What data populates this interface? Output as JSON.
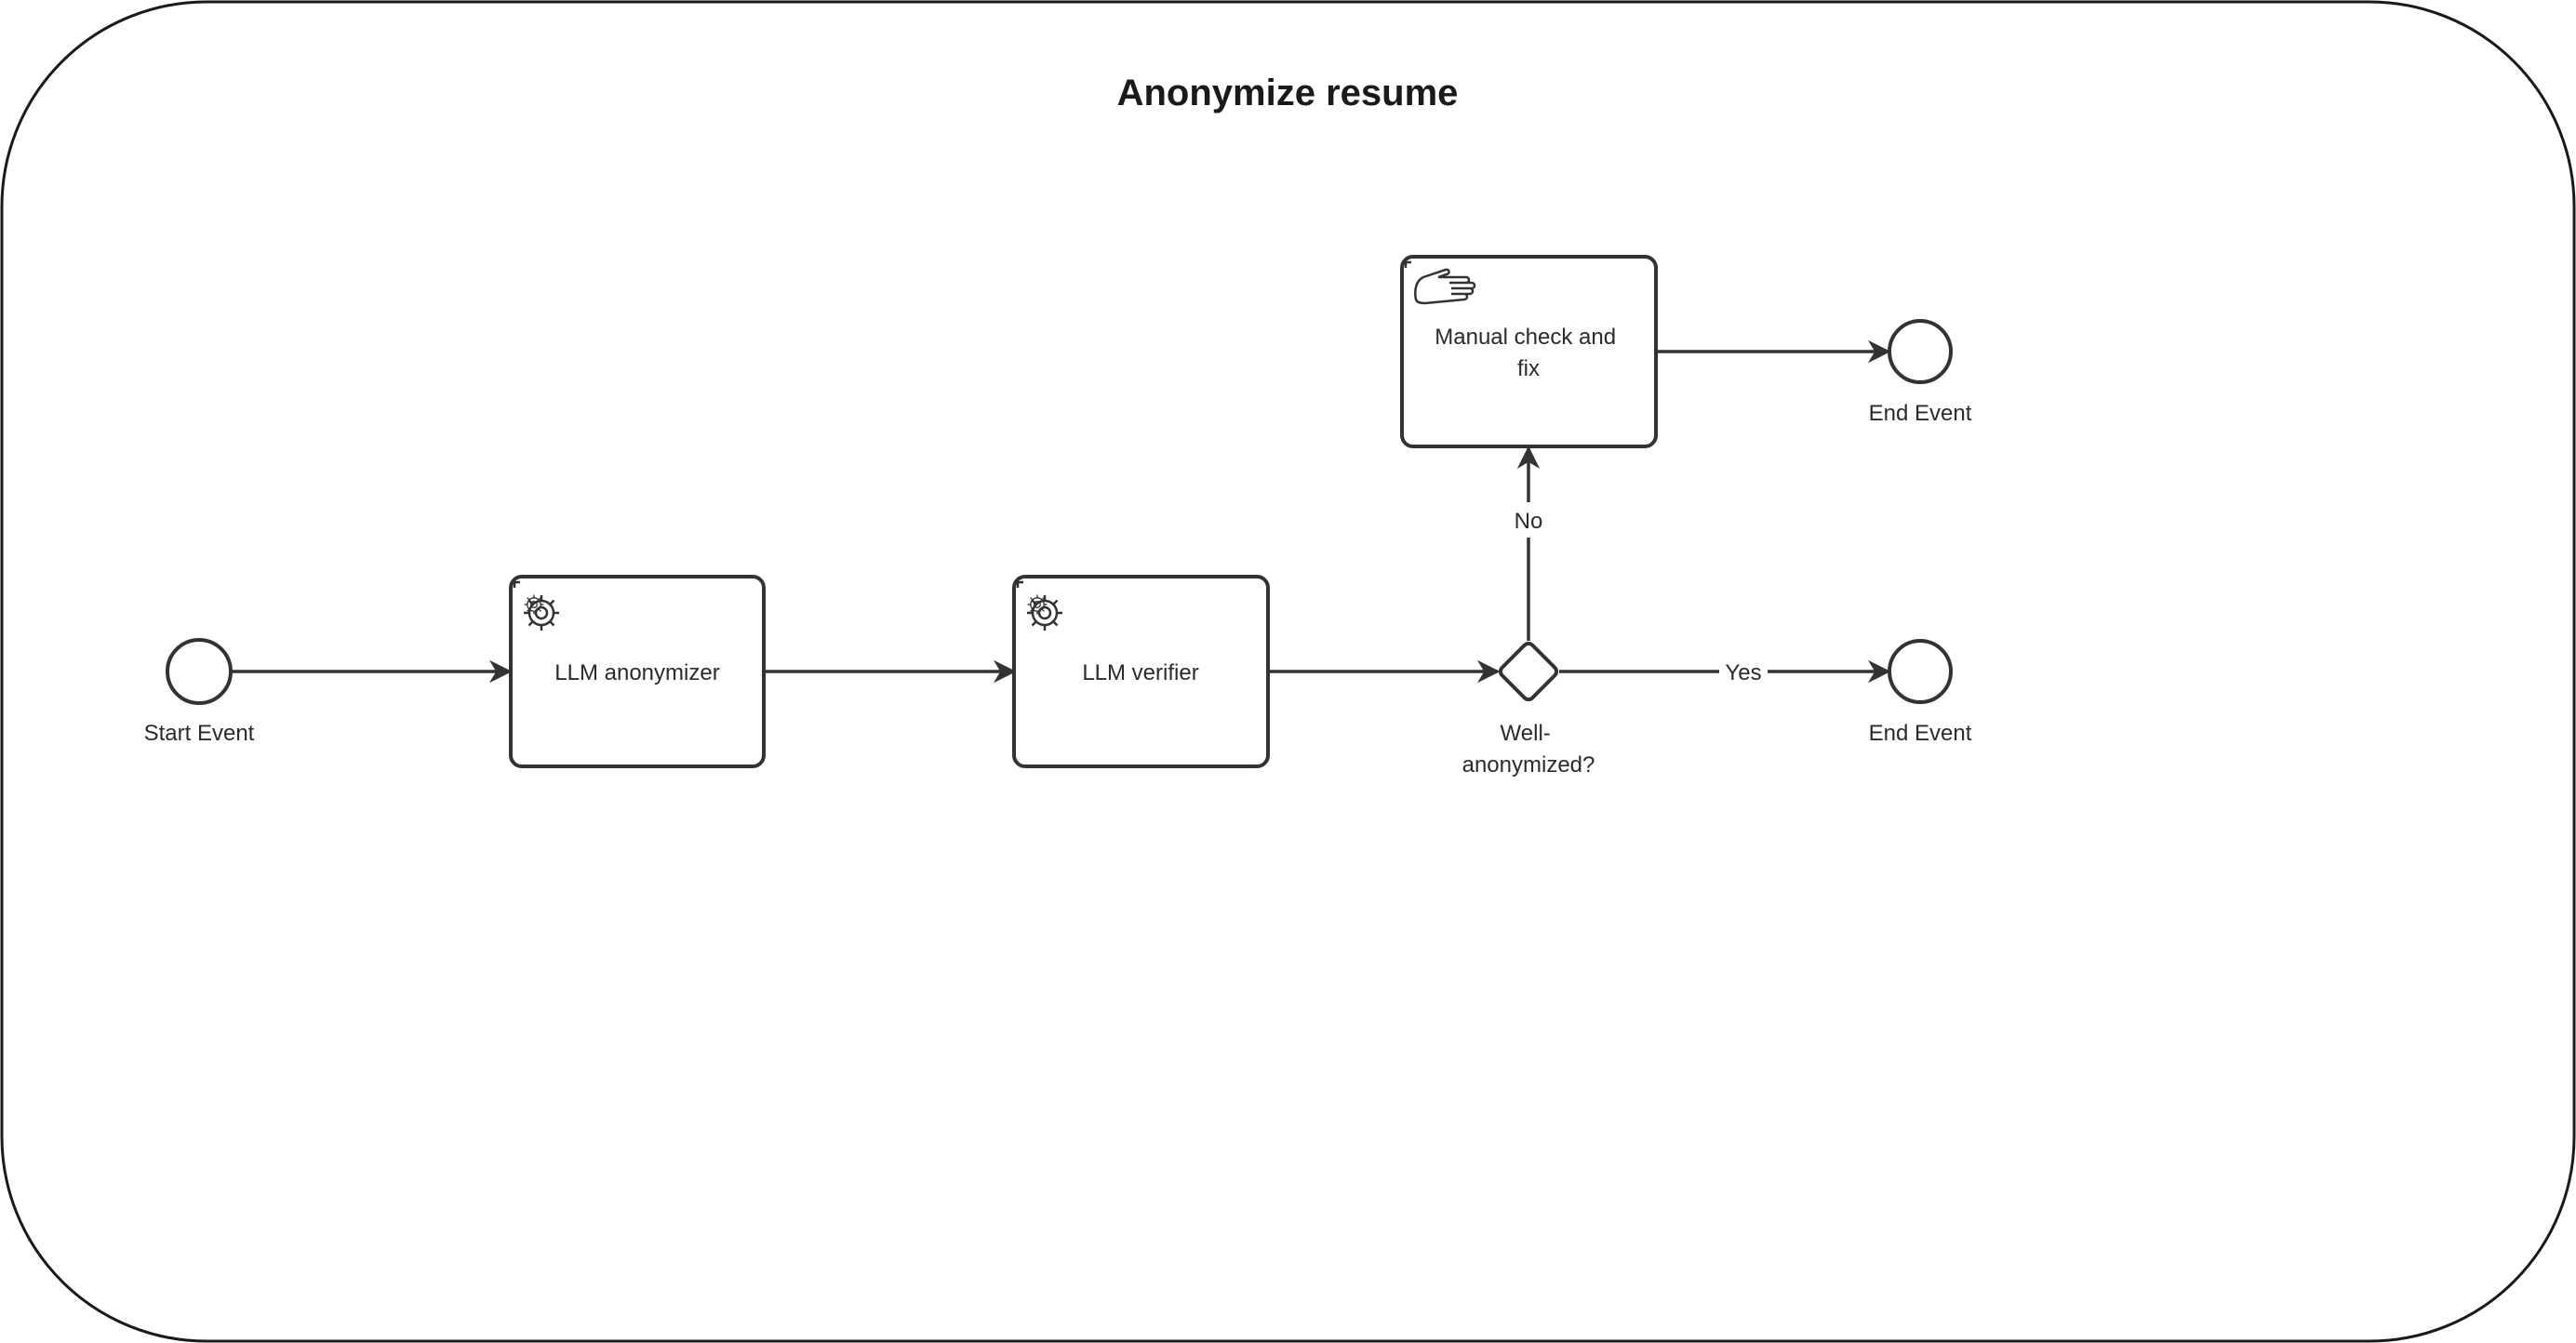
{
  "title": "Anonymize resume",
  "nodes": {
    "start": {
      "type": "start-event",
      "label": "Start Event"
    },
    "anonymizer": {
      "type": "service-task",
      "label": "LLM anonymizer",
      "icon": "gear-icon"
    },
    "verifier": {
      "type": "service-task",
      "label": "LLM verifier",
      "icon": "gear-icon"
    },
    "gateway": {
      "type": "exclusive-gateway",
      "label_lines": [
        "Well-",
        "anonymized?"
      ]
    },
    "manual": {
      "type": "manual-task",
      "label_lines": [
        "Manual check and",
        "fix"
      ],
      "icon": "hand-icon"
    },
    "end_top": {
      "type": "end-event",
      "label": "End Event"
    },
    "end_bottom": {
      "type": "end-event",
      "label": "End Event"
    }
  },
  "edges": {
    "gateway_to_manual": {
      "label": "No"
    },
    "gateway_to_end": {
      "label": "Yes"
    }
  }
}
